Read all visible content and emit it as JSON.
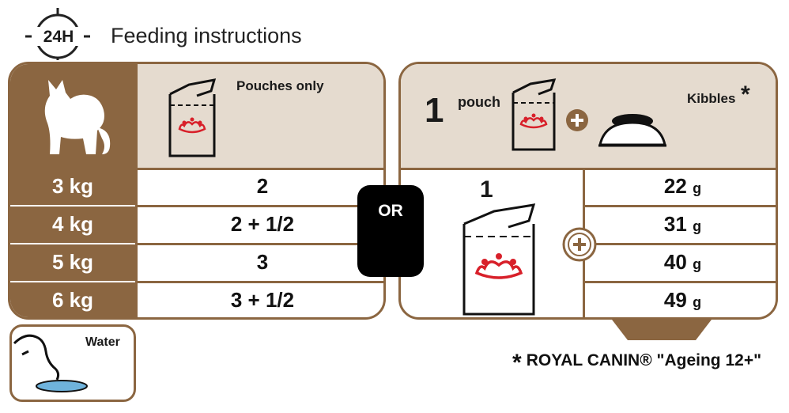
{
  "header": {
    "clock_label": "24H",
    "title": "Feeding instructions"
  },
  "left_panel": {
    "header_label": "Pouches only",
    "rows": [
      {
        "weight": "3 kg",
        "pouches": "2"
      },
      {
        "weight": "4 kg",
        "pouches": "2 + 1/2"
      },
      {
        "weight": "5 kg",
        "pouches": "3"
      },
      {
        "weight": "6 kg",
        "pouches": "3 + 1/2"
      }
    ]
  },
  "or_label": "OR",
  "right_panel": {
    "pouch_count": "1",
    "pouch_word": "pouch",
    "kibbles_label": "Kibbles",
    "kibbles_star": "*",
    "mix_pouch_count": "1",
    "kibble_amounts": [
      {
        "value": "22",
        "unit": "g"
      },
      {
        "value": "31",
        "unit": "g"
      },
      {
        "value": "40",
        "unit": "g"
      },
      {
        "value": "49",
        "unit": "g"
      }
    ]
  },
  "water_label": "Water",
  "footnote": {
    "star": "*",
    "text": "ROYAL CANIN® \"Ageing 12+\""
  },
  "icons": [
    "clock-icon",
    "cat-icon",
    "pouch-icon",
    "royal-canin-crown-icon",
    "plus-icon",
    "kibble-bowl-icon",
    "cat-drinking-icon",
    "down-arrow-icon"
  ],
  "colors": {
    "brown": "#8b6641",
    "tan": "#e5dbcf",
    "crown_red": "#d8202a",
    "water_blue": "#6fb3dc"
  }
}
